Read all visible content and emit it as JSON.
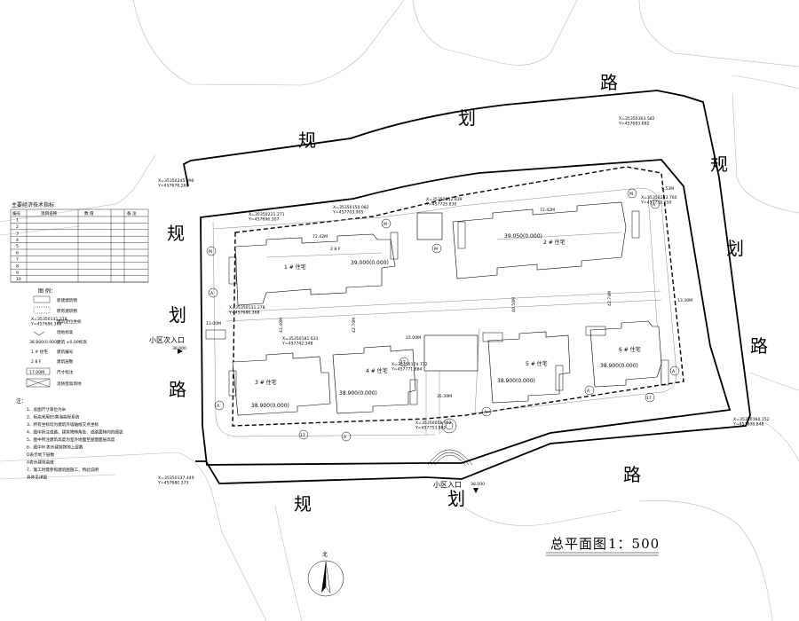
{
  "title": "总平面图",
  "scale": "1：500",
  "north": "北",
  "road_chars": [
    "规",
    "划",
    "路"
  ],
  "entrances": {
    "main": "小区入口",
    "secondary": "小区次入口",
    "main_elev": "38.000",
    "secondary_elev": "38.000"
  },
  "econ_table": {
    "title": "主要经济技术指标",
    "headers": [
      "编号",
      "项目名称",
      "数 值",
      "备 注"
    ],
    "row_numbers": [
      "1",
      "2",
      "3",
      "4",
      "5",
      "6",
      "7",
      "8",
      "9",
      "10"
    ]
  },
  "legend": {
    "title": "图 例：",
    "items": [
      {
        "sample": "",
        "label": "新建建筑物"
      },
      {
        "sample": "",
        "label": "原有建筑物"
      },
      {
        "sample": "X=35350131.278\nY=457686.368",
        "label": "建筑定位坐标"
      },
      {
        "sample": "",
        "label": "场地标高"
      },
      {
        "sample": "38.800(0.000)",
        "label": "建筑 ±0.00标高"
      },
      {
        "sample": "1 # 住宅",
        "label": "建筑编号"
      },
      {
        "sample": "2 8 F",
        "label": "建筑层数"
      },
      {
        "sample": "17.00M",
        "label": "尺寸标注"
      },
      {
        "sample": "",
        "label": "消防登高场地"
      }
    ]
  },
  "notes": {
    "heading": "注：",
    "items": [
      "1、总图尺寸单位为米",
      "2、标高采用85黄海高程系统",
      "3、所有坐标均为建筑外墙轴线交点坐标",
      "4、图中所注道路、建筑物转角处、道路面转向的圆弧",
      "5、图中所注建筑高度为室外地面至屋面面层高度",
      "6、图中M 表示建筑物地上层数",
      "   D表示地下层数",
      "   A表示建筑高度",
      "7、施工时需参照建筑图施工，特此说明",
      "   具体见详图"
    ]
  },
  "buildings": [
    {
      "name": "1 # 住宅",
      "elev": "39.000(0.000)",
      "floors": "2 8 F"
    },
    {
      "name": "2 # 住宅",
      "elev": "39.050(0.000)",
      "floors": ""
    },
    {
      "name": "3 # 住宅",
      "elev": "38.900(0.000)",
      "floors": ""
    },
    {
      "name": "4 # 住宅",
      "elev": "38.900(0.000)",
      "floors": ""
    },
    {
      "name": "5 # 住宅",
      "elev": "38.900(0.000)",
      "floors": ""
    },
    {
      "name": "6 # 住宅",
      "elev": "38.900(0.000)",
      "floors": ""
    }
  ],
  "dimensions": [
    "72.42M",
    "72.42M",
    "15.00M",
    "13.00M",
    "43.40M",
    "42.70M",
    "35.39M",
    "40.50M",
    "42.74M",
    "13.30M",
    "9.53M"
  ],
  "coords": [
    "X=35350245.390\nY=457676.268",
    "X=35350363.582\nY=457683.682",
    "X=35350221.271\nY=457696.307",
    "X=35350150.082\nY=457703.905",
    "X=35350152.839\nY=457725.830",
    "X=35350253.760\nY=457732.150",
    "X=35350131.278\nY=457686.368",
    "X=35350181.631\nY=457742.348",
    "X=35350174.772\nY=457771.884",
    "X=35350058.952\nY=457753.862",
    "X=35350160.152\nY=457808.848",
    "X=35350137.449\nY=457680.373"
  ],
  "marker_letters": [
    "M",
    "A",
    "17"
  ]
}
